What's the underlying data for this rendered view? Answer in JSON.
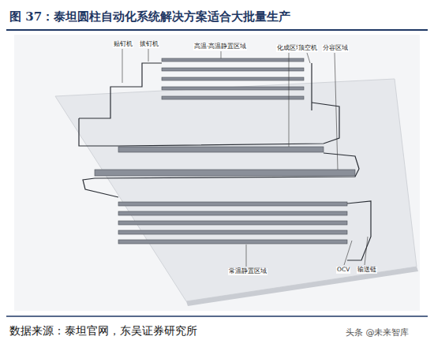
{
  "diagram": {
    "title": "图 37：泰坦圆柱自动化系统解决方案适合大批量生产",
    "labels": [
      "贴钉机",
      "拔钉机",
      "高温·高温静置区域",
      "化成区域",
      "顶空机",
      "分容区域",
      "常温静置区域",
      "OCV",
      "输送链",
      "数据来源：泰坦官网，东吴证券研究所",
      "头条 @未来智库"
    ]
  }
}
